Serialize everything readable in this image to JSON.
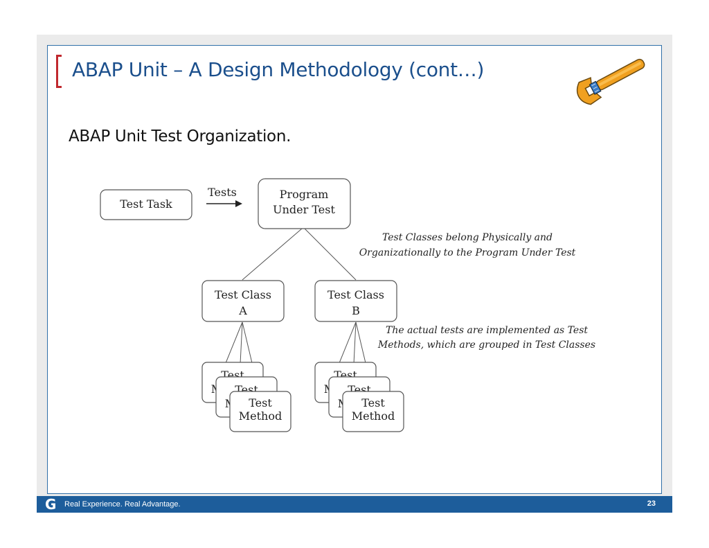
{
  "slide": {
    "title": "ABAP Unit – A Design Methodology (cont…)",
    "subtitle": "ABAP Unit Test Organization."
  },
  "diagram": {
    "test_task": "Test Task",
    "arrow_label": "Tests",
    "program_line1": "Program",
    "program_line2": "Under Test",
    "class_a_line1": "Test Class",
    "class_a_line2": "A",
    "class_b_line1": "Test Class",
    "class_b_line2": "B",
    "method_line1": "Test",
    "method_line2": "Method",
    "note1_line1": "Test Classes belong Physically and",
    "note1_line2": "Organizationally to the Program Under Test",
    "note2_line1": "The actual tests are implemented as Test",
    "note2_line2": "Methods, which are grouped in Test Classes"
  },
  "footer": {
    "logo": "G",
    "tagline": "Real Experience. Real Advantage.",
    "page_number": "23"
  },
  "colors": {
    "title_blue": "#1b4f8c",
    "bracket_red": "#c0282e",
    "footer_blue": "#1d5d9b",
    "wrench_orange": "#f0a020"
  },
  "icons": {
    "wrench": "wrench-icon"
  }
}
